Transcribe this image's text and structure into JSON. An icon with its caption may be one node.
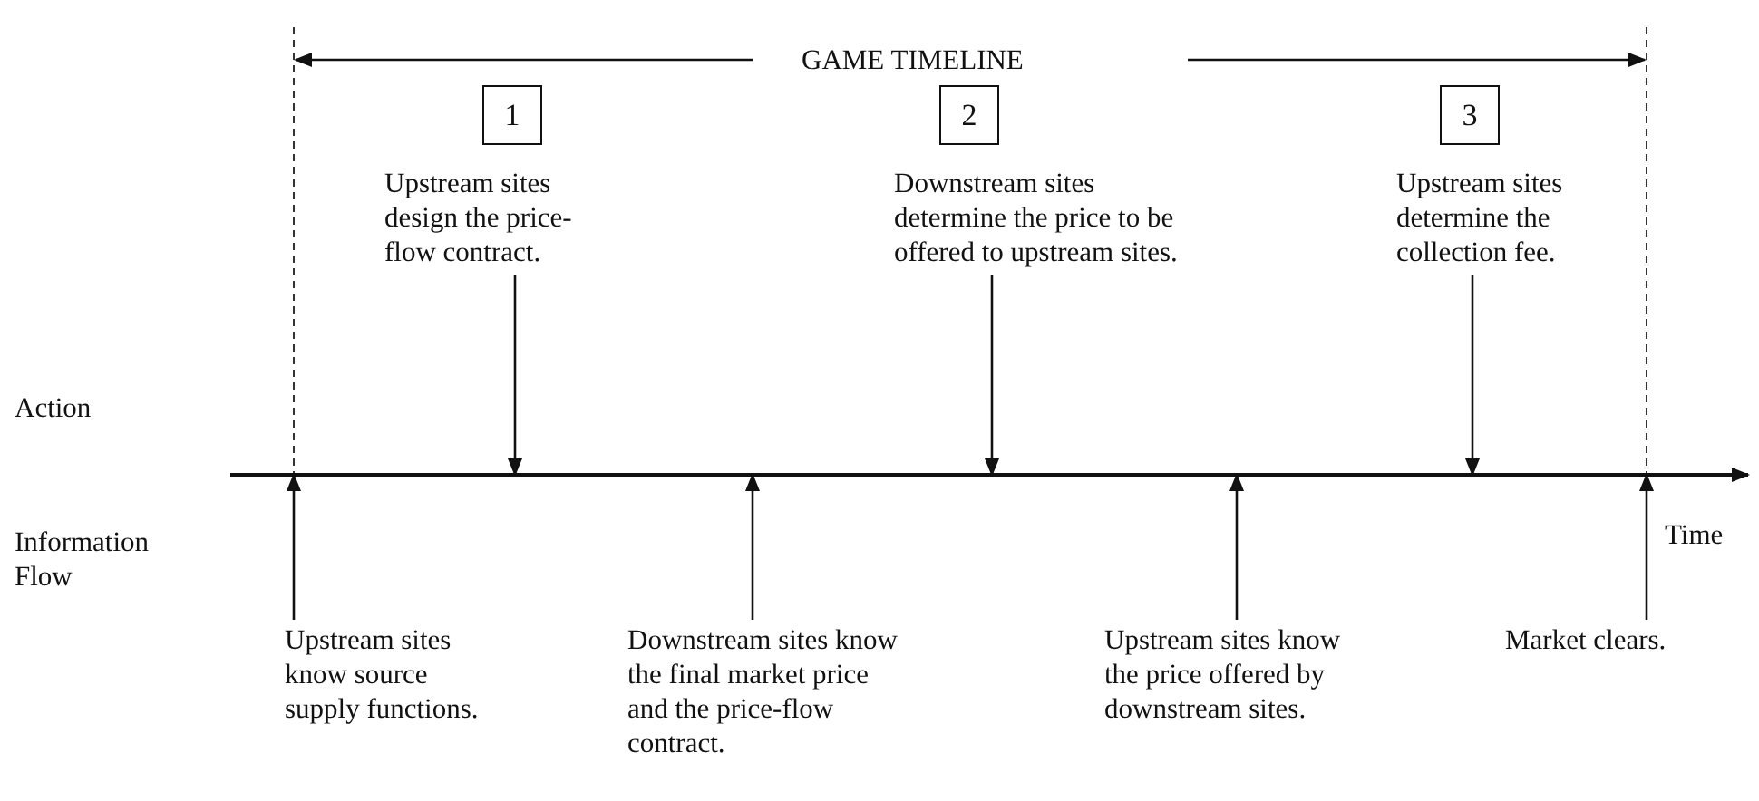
{
  "diagram": {
    "nodes": [
      {
        "text": [
          "1"
        ]
      },
      {
        "text": [
          "Upstream sites design the price-flow contract."
        ]
      },
      {
        "text": [
          "2"
        ]
      },
      {
        "text": [
          "Downstream sites determine the price to be offered to upstream sites."
        ]
      },
      {
        "text": [
          "3"
        ]
      },
      {
        "text": [
          "Upstream sites determine the collection fee."
        ]
      },
      {
        "text": [
          "Upstream sites know source supply functions."
        ]
      },
      {
        "text": [
          "Downstream sites know the final market price and the price-flow contract."
        ]
      },
      {
        "text": [
          "Upstream sites know the price offered by downstream sites."
        ]
      },
      {
        "text": [
          "Market clears."
        ]
      }
    ],
    "edges": [
      {
        "from": 1,
        "to": null,
        "arrow": "to"
      },
      {
        "from": 3,
        "to": null,
        "arrow": "to"
      },
      {
        "from": 5,
        "to": null,
        "arrow": "to"
      },
      {
        "from": 6,
        "to": null,
        "arrow": "to"
      },
      {
        "from": 7,
        "to": null,
        "arrow": "to"
      },
      {
        "from": 8,
        "to": null,
        "arrow": "to"
      },
      {
        "from": 9,
        "to": null,
        "arrow": "to"
      }
    ],
    "labels": [
      "GAME TIMELINE",
      "Action",
      "Information Flow",
      "Time"
    ]
  }
}
